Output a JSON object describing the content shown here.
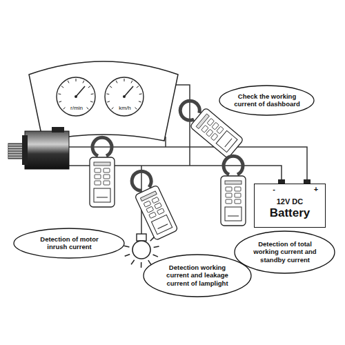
{
  "diagram": {
    "nodes": [
      {
        "text": [
          "Check the working current of dashboard"
        ]
      },
      {
        "text": [
          "12V DC",
          "Battery"
        ]
      },
      {
        "text": [
          "Detection of motor inrush current"
        ]
      },
      {
        "text": [
          "Detection of total working current and standby current"
        ]
      },
      {
        "text": [
          "Detection working current and leakage current of lamplight"
        ]
      }
    ],
    "labels": [
      "r/min",
      "km/h",
      "-",
      "+"
    ]
  }
}
